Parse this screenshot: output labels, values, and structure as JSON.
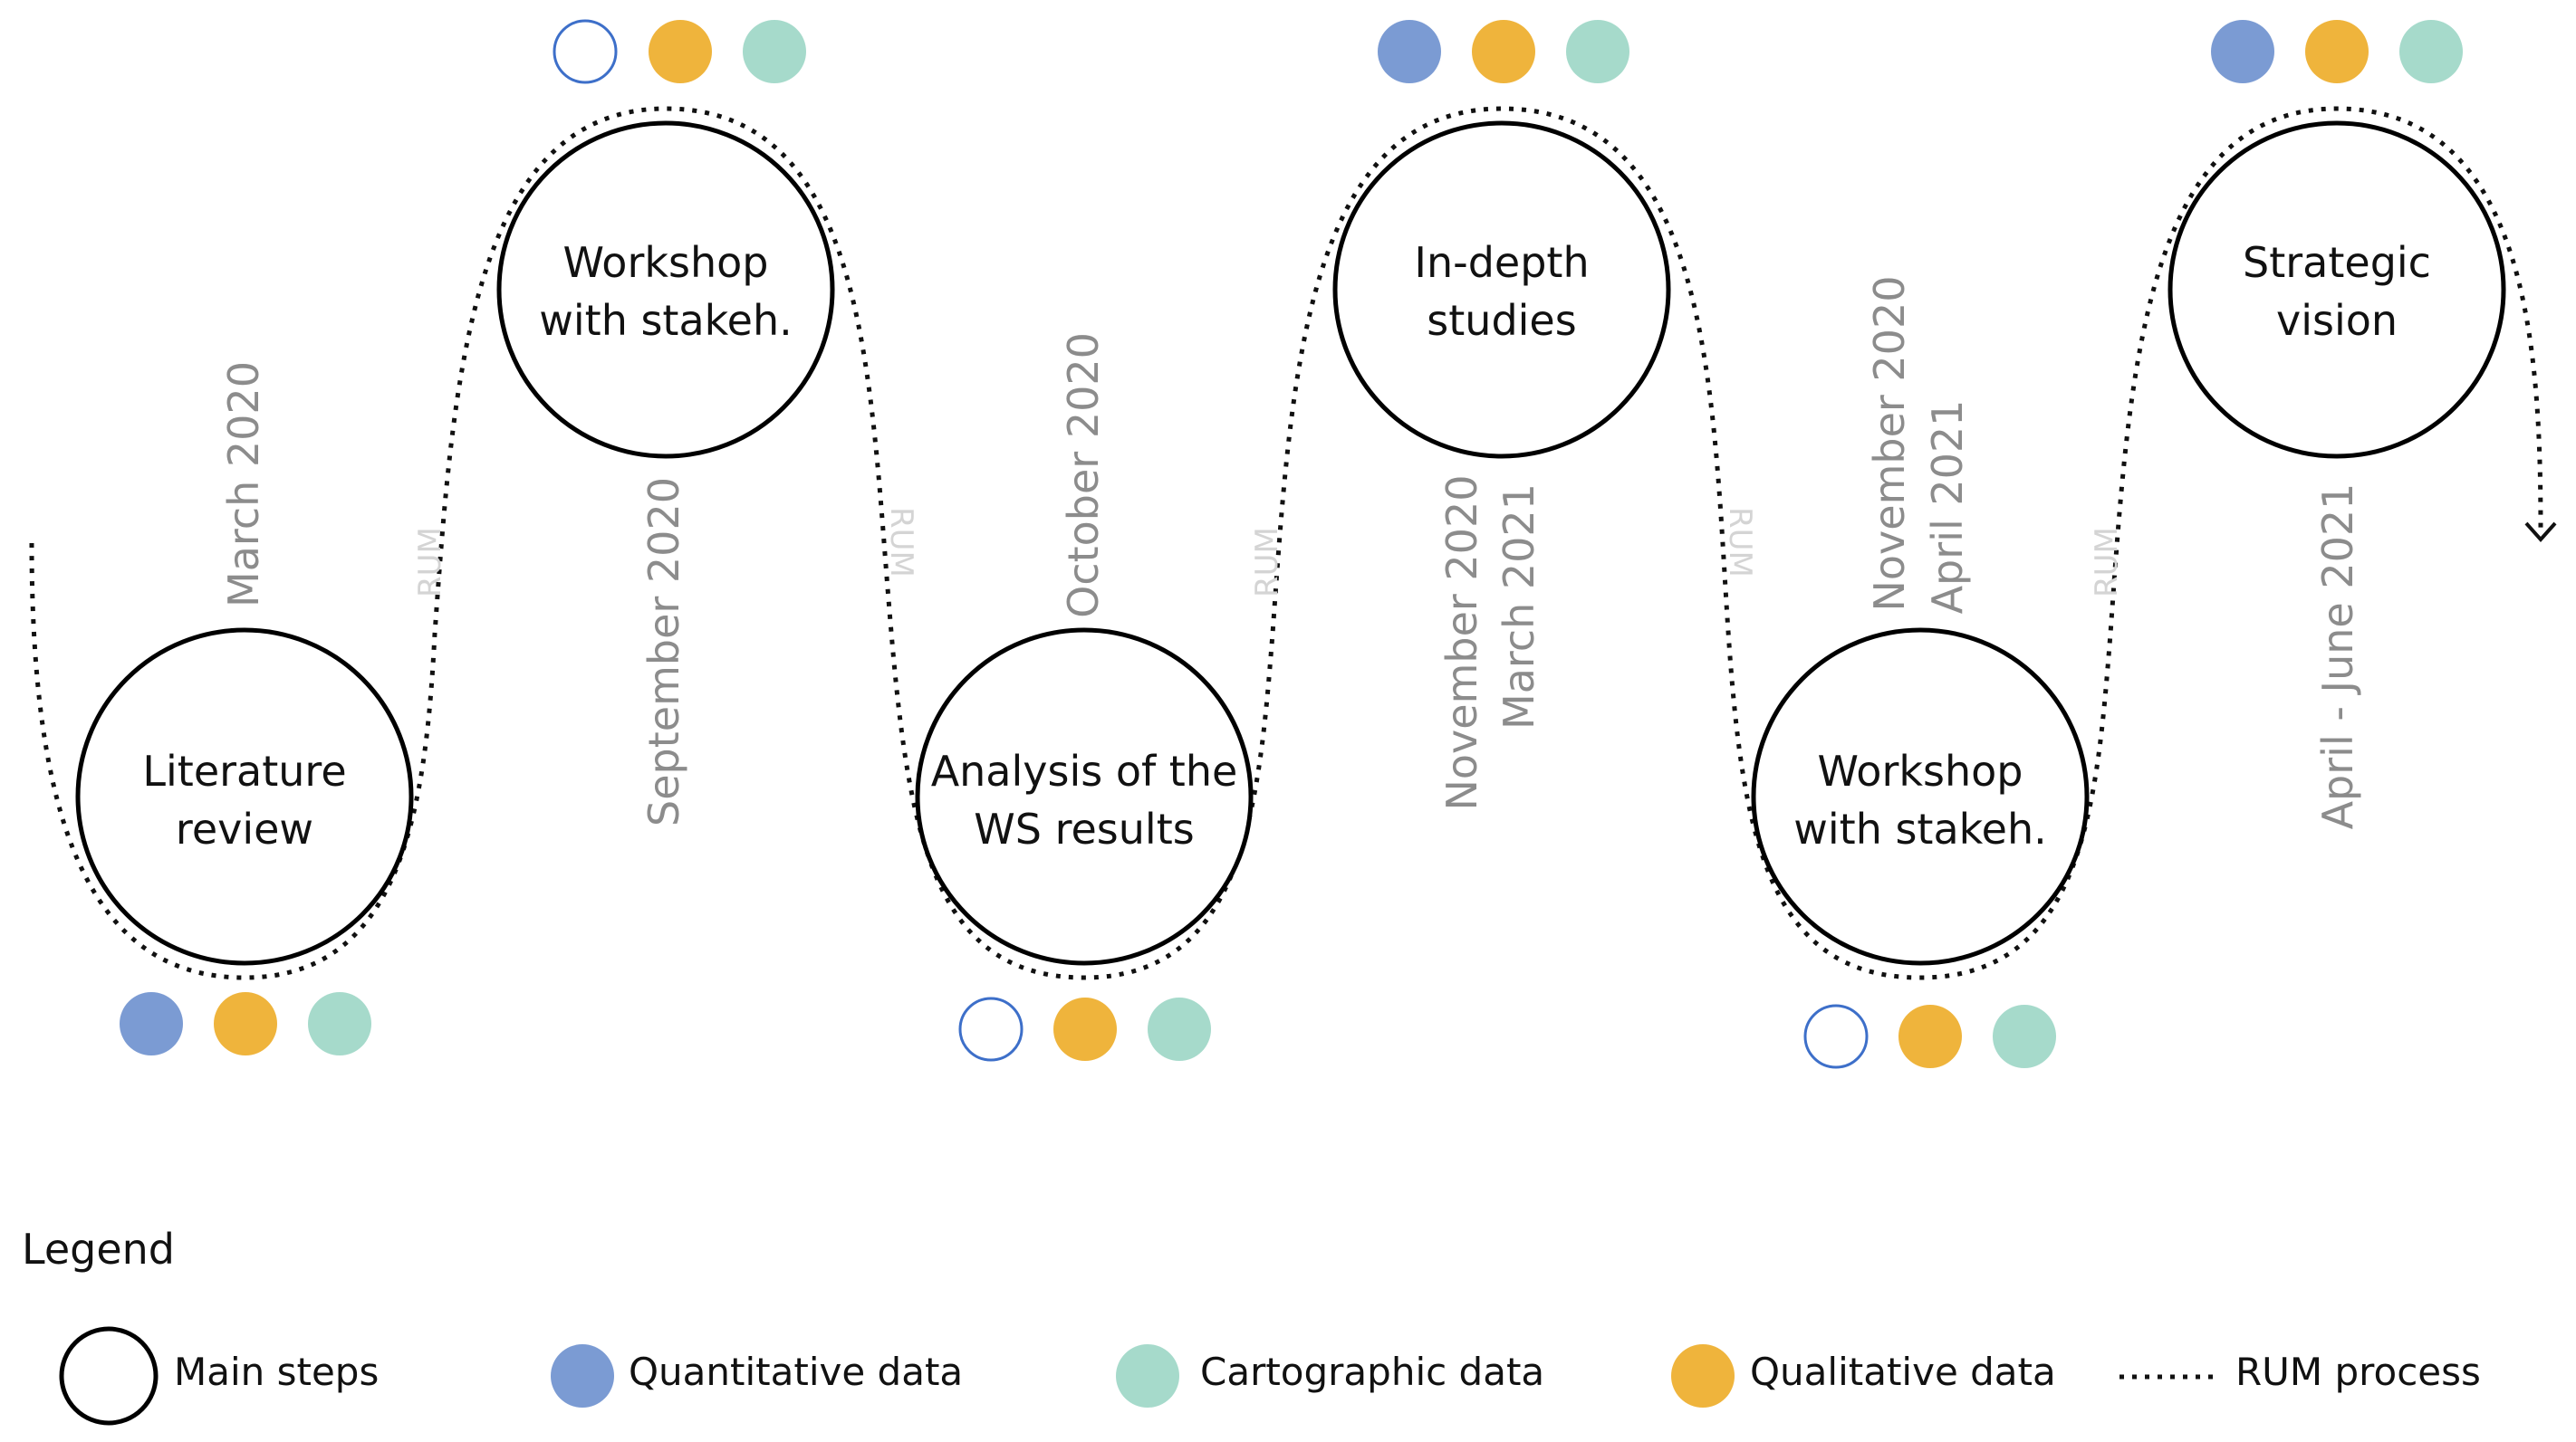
{
  "colors": {
    "quantitative": "#7b9bd3",
    "qualitative": "#efb43c",
    "cartographic": "#a6dacb",
    "hollow_stroke": "#3d6fc9"
  },
  "steps": [
    {
      "lines": [
        "Literature",
        "review"
      ],
      "dates": [
        "March 2020"
      ],
      "dots": [
        "quantitative",
        "qualitative",
        "cartographic"
      ]
    },
    {
      "lines": [
        "Workshop",
        "with stakeh."
      ],
      "dates": [
        "September 2020"
      ],
      "dots": [
        "hollow",
        "qualitative",
        "cartographic"
      ]
    },
    {
      "lines": [
        "Analysis of the",
        "WS results"
      ],
      "dates": [
        "October 2020"
      ],
      "dots": [
        "hollow",
        "qualitative",
        "cartographic"
      ]
    },
    {
      "lines": [
        "In-depth",
        "studies"
      ],
      "dates": [
        "November 2020",
        "March 2021"
      ],
      "dots": [
        "quantitative",
        "qualitative",
        "cartographic"
      ]
    },
    {
      "lines": [
        "Workshop",
        "with stakeh."
      ],
      "dates": [
        "November 2020",
        "April 2021"
      ],
      "dots": [
        "hollow",
        "qualitative",
        "cartographic"
      ]
    },
    {
      "lines": [
        "Strategic",
        "vision"
      ],
      "dates": [
        "April - June 2021"
      ],
      "dots": [
        "quantitative",
        "qualitative",
        "cartographic"
      ]
    }
  ],
  "rum_label": "RUM",
  "legend": {
    "title": "Legend",
    "main_steps": "Main steps",
    "quantitative": "Quantitative data",
    "cartographic": "Cartographic data",
    "qualitative": "Qualitative data",
    "rum": "RUM process"
  }
}
